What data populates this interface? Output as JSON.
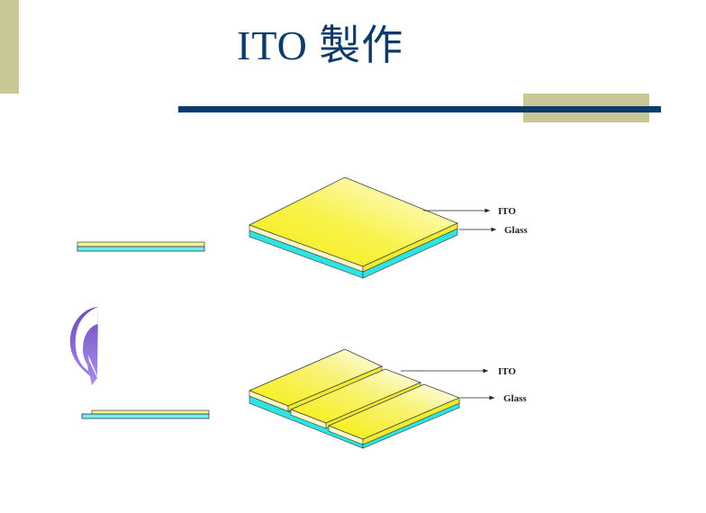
{
  "slide": {
    "title": "ITO 製作"
  },
  "diagram": {
    "top_plate": {
      "labels": [
        "ITO",
        "Glass"
      ]
    },
    "bottom_plate": {
      "labels": [
        "ITO",
        "Glass"
      ]
    },
    "process_arrow": "curved-down-arrow",
    "colors": {
      "ito": "#f7f23a",
      "glass": "#33e6e6",
      "title": "#0c3a6b",
      "accent": "#c8c795",
      "arrow": "#8a66d6"
    }
  }
}
